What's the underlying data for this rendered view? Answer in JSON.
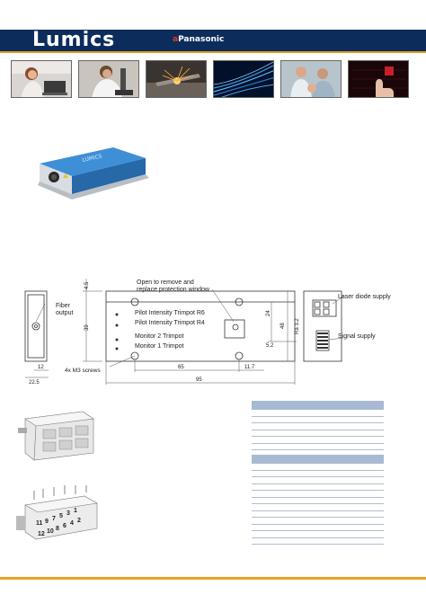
{
  "header": {
    "logo": "Lumics",
    "partner_prefix": "a",
    "partner_name": "Panasonic"
  },
  "colors": {
    "header_bg": "#0c2c5c",
    "accent": "#e69a1f",
    "table_header": "#a8bad2",
    "module_blue": "#2e7fc4"
  },
  "photos": [
    {
      "icon": "woman-laptop-photo"
    },
    {
      "icon": "lab-microscope-photo"
    },
    {
      "icon": "laser-cutting-photo"
    },
    {
      "icon": "fiber-optics-photo"
    },
    {
      "icon": "medical-team-photo"
    },
    {
      "icon": "touchscreen-hand-photo"
    }
  ],
  "drawing": {
    "lbl_open": "Open to remove and",
    "lbl_replace": "replace protection window",
    "lbl_fiber1": "Fiber",
    "lbl_fiber2": "output",
    "lbl_r6": "Pilot Intensity Trimpot R6",
    "lbl_r4": "Pilot Intensity Trimpot R4",
    "lbl_mon2": "Monitor 2 Trimpot",
    "lbl_mon1": "Monitor 1 Trimpot",
    "lbl_screws": "4x M3 screws",
    "lbl_ld_supply": "Laser diode supply",
    "lbl_sig_supply": "Signal supply",
    "dim_45": "4.5",
    "dim_39": "39",
    "dim_24": "24",
    "dim_48": "48",
    "dim_ra": "Ra 3.2",
    "dim_52": "5.2",
    "dim_12": "12",
    "dim_225": "22.5",
    "dim_65": "65",
    "dim_117": "11.7",
    "dim_95": "95"
  },
  "connector2": {
    "pins_top": [
      "11",
      "9",
      "7",
      "5",
      "3",
      "1"
    ],
    "pins_bottom": [
      "12",
      "10",
      "8",
      "6",
      "4",
      "2"
    ]
  }
}
